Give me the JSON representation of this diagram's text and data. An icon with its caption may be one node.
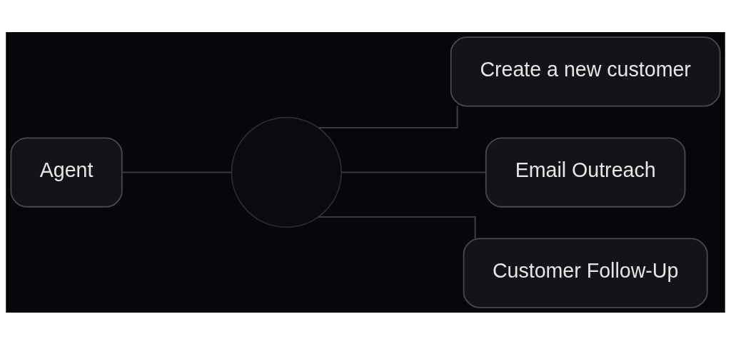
{
  "diagram": {
    "nodes": [
      {
        "text": [
          "Agent"
        ]
      },
      {
        "text": [],
        "shape": "circle"
      },
      {
        "text": [
          "Create a new customer"
        ]
      },
      {
        "text": [
          "Email Outreach"
        ]
      },
      {
        "text": [
          "Customer Follow-Up"
        ]
      }
    ],
    "edges": [
      {
        "from": 0,
        "to": 1,
        "arrow": "none"
      },
      {
        "from": 1,
        "to": 2,
        "arrow": "none"
      },
      {
        "from": 1,
        "to": 3,
        "arrow": "none"
      },
      {
        "from": 1,
        "to": 4,
        "arrow": "none"
      }
    ]
  }
}
